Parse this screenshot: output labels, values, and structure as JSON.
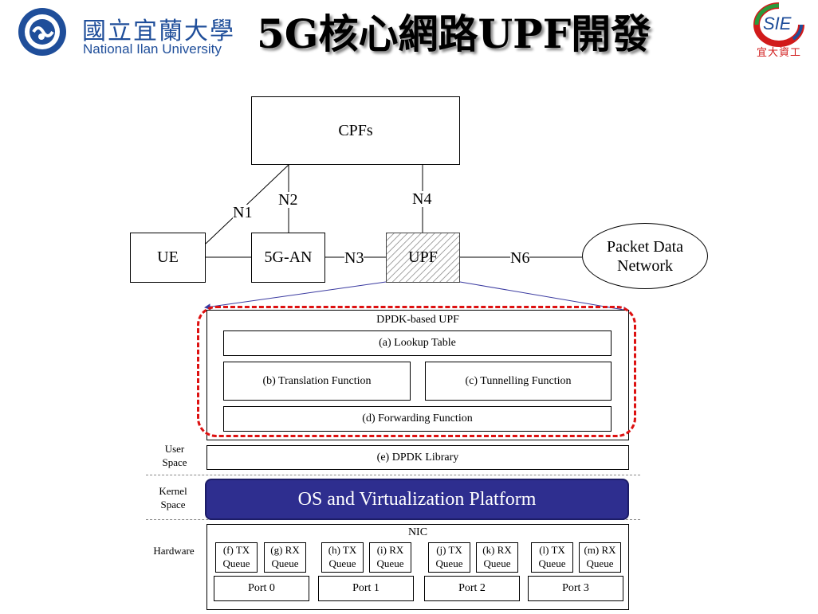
{
  "header": {
    "university_cn": "國立宜蘭大學",
    "university_en": "National Ilan University",
    "title": "5G核心網路UPF開發",
    "sie_logo_text": "SIE",
    "sie_logo_cn": "宜大資工"
  },
  "top_diagram": {
    "cpfs": "CPFs",
    "ue": "UE",
    "an": "5G-AN",
    "upf": "UPF",
    "pdn_line1": "Packet Data",
    "pdn_line2": "Network",
    "n1": "N1",
    "n2": "N2",
    "n3": "N3",
    "n4": "N4",
    "n6": "N6"
  },
  "upf_stack": {
    "title": "DPDK-based UPF",
    "lookup": "(a) Lookup Table",
    "translation": "(b) Translation Function",
    "tunnelling": "(c) Tunnelling Function",
    "forwarding": "(d) Forwarding Function",
    "dpdk_lib": "(e) DPDK Library",
    "os": "OS and Virtualization Platform",
    "nic": "NIC"
  },
  "layers": {
    "user_1": "User",
    "user_2": "Space",
    "kernel_1": "Kernel",
    "kernel_2": "Space",
    "hardware": "Hardware"
  },
  "queues": [
    {
      "label": "(f) TX",
      "sub": "Queue"
    },
    {
      "label": "(g) RX",
      "sub": "Queue"
    },
    {
      "label": "(h) TX",
      "sub": "Queue"
    },
    {
      "label": "(i) RX",
      "sub": "Queue"
    },
    {
      "label": "(j) TX",
      "sub": "Queue"
    },
    {
      "label": "(k) RX",
      "sub": "Queue"
    },
    {
      "label": "(l) TX",
      "sub": "Queue"
    },
    {
      "label": "(m) RX",
      "sub": "Queue"
    }
  ],
  "ports": [
    "Port 0",
    "Port 1",
    "Port 2",
    "Port 3"
  ],
  "colors": {
    "os_bar": "#2e2e8f",
    "dashed_highlight": "#dd1111",
    "logo_blue": "#1f4e9a",
    "logo_red": "#d11a1a",
    "logo_green": "#2a9a3a"
  }
}
